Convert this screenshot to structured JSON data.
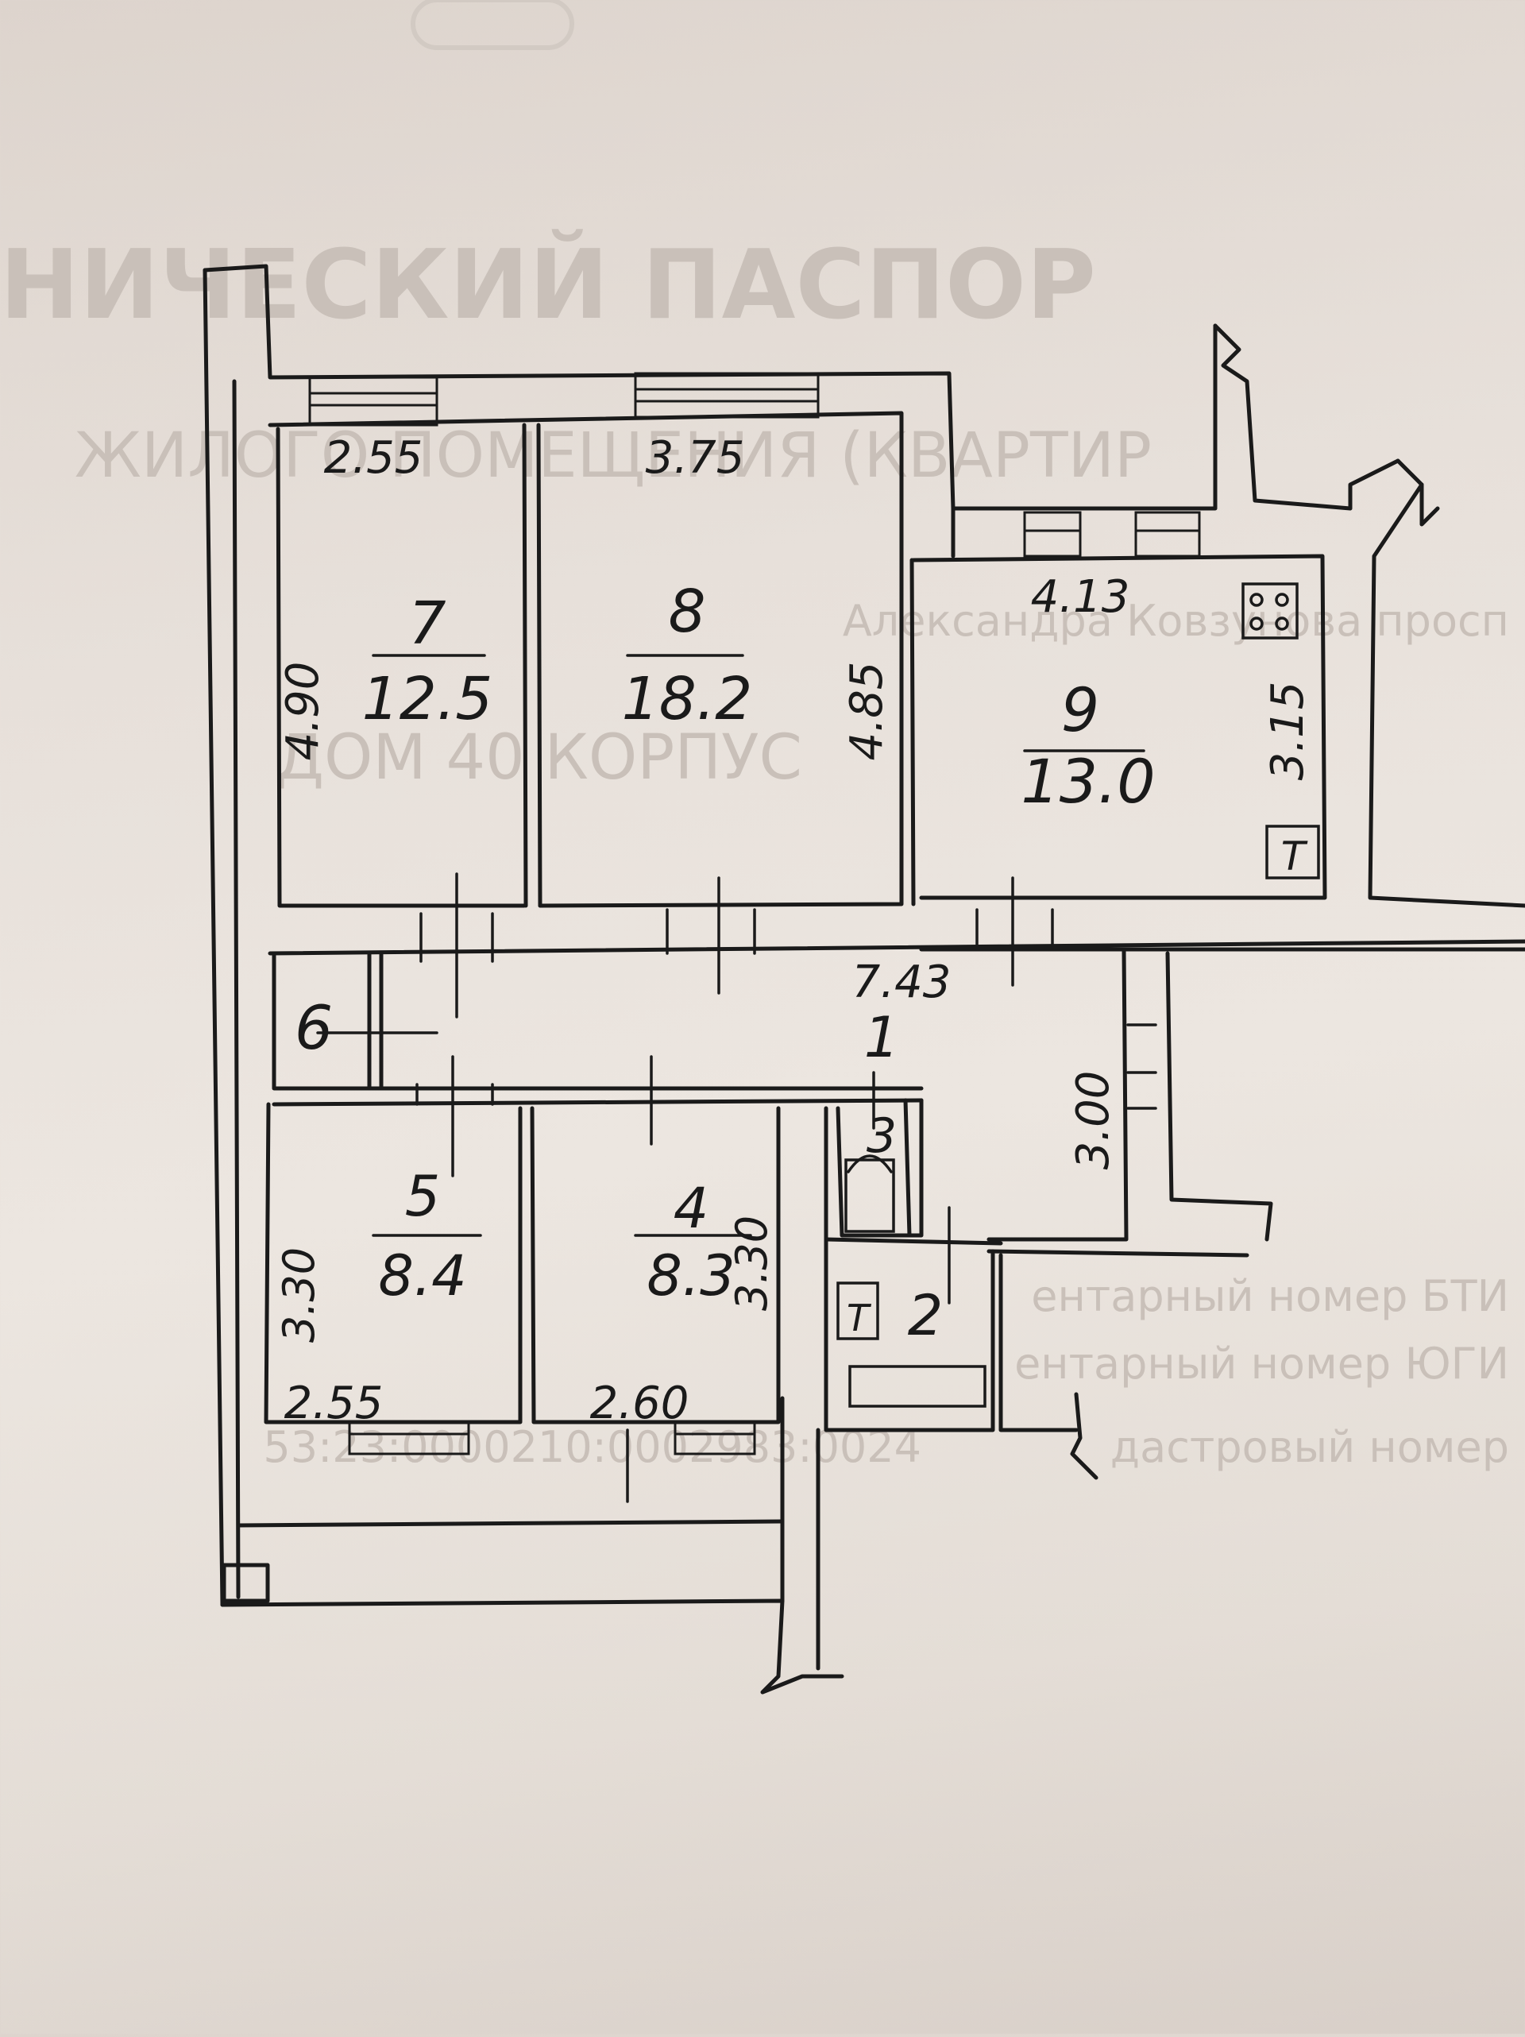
{
  "background_text": {
    "line1": "ТЕХНИЧЕСКИЙ ПАСПОР",
    "line2": "ЖИЛОГО ПОМЕЩЕНИЯ (КВАРТИР",
    "line3": "Александра Ковзунова просп",
    "line4": "ДОМ 40 КОРПУС",
    "line5": "ентарный номер БТИ",
    "line6": "ентарный номер ЮГИ",
    "line7": "дастровый номер",
    "line8": "53:23:0000210:0002983:0024"
  },
  "rooms": [
    {
      "number": "7",
      "area": "12.5"
    },
    {
      "number": "8",
      "area": "18.2"
    },
    {
      "number": "9",
      "area": "13.0"
    },
    {
      "number": "6"
    },
    {
      "number": "5",
      "area": "8.4"
    },
    {
      "number": "4",
      "area": "8.3"
    },
    {
      "number": "1"
    },
    {
      "number": "3"
    },
    {
      "number": "2"
    }
  ],
  "dimensions": {
    "room7_width": "2.55",
    "room7_height": "4.90",
    "room8_width": "3.75",
    "room8_height": "4.85",
    "room9_width": "4.13",
    "room9_height": "3.15",
    "corridor_length": "7.43",
    "hall_height": "3.00",
    "room5_width": "2.55",
    "room5_height": "3.30",
    "room4_width": "2.60",
    "room4_height": "3.30"
  },
  "fixtures": {
    "kitchen_sink_symbol": "Т",
    "bath_sink_symbol": "Т"
  }
}
